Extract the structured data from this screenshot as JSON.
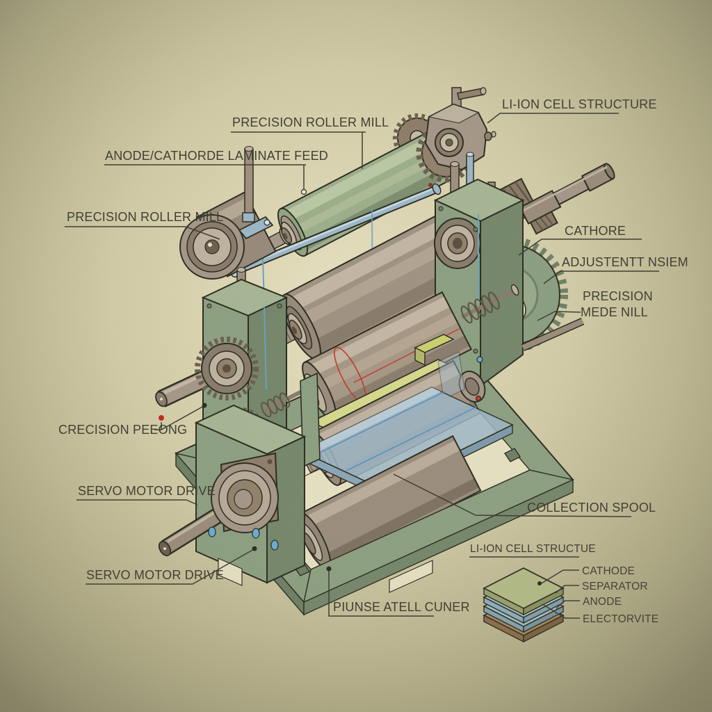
{
  "diagram_title": "Li-ion electrode precision roller mill schematic",
  "palette": {
    "background_center": "#e8e1c0",
    "background_edge": "#9b9777",
    "frame_green": "#8ea183",
    "frame_green_light": "#a7b795",
    "frame_green_dark": "#76886c",
    "roller_green": "#9db08d",
    "roller_taupe": "#a6988a",
    "gear_brown": "#93826d",
    "accent_blue": "#9fb9c9",
    "accent_yellow": "#d7db8d",
    "accent_red": "#c0392b",
    "outline_ink": "#2b2b20",
    "label_ink": "#3c3c31"
  },
  "labels": {
    "precision_roller_mill_top": "PRECISION ROLLER MILL",
    "anode_cathode_laminate_feed": "ANODE/CATHORDE LAMINATE FEED",
    "li_ion_cell_structure_callout": "LI-ION CELL STRUCTURE",
    "precision_roller_mill_left": "PRECISION ROLLER MILL",
    "cathore": "CATHORE",
    "adjustentt_nsiem": "ADJUSTENTT NSIEM",
    "precision_mede_nill_line1": "PRECISION",
    "precision_mede_nill_line2": "MEDE NILL",
    "crecision_peeong": "CRECISION PEEONG",
    "servo_motor_drive_upper": "SERVO MOTOR DRIVE",
    "servo_motor_drive_lower": "SERVO MOTOR DRIVE",
    "collection_spool": "COLLECTION SPOOL",
    "piunse_atell_cuner": "PIUNSE ATELL CUNER"
  },
  "cell_structure": {
    "title": "LI-ION CELL STRUCTUE",
    "layers": [
      {
        "label": "CATHODE",
        "color": "#b5bd8a"
      },
      {
        "label": "SEPARATOR",
        "color": "#aec6ce"
      },
      {
        "label": "ANODE",
        "color": "#a2bfc9"
      },
      {
        "label": "ELECTORVITE",
        "color": "#a5885f"
      }
    ]
  }
}
